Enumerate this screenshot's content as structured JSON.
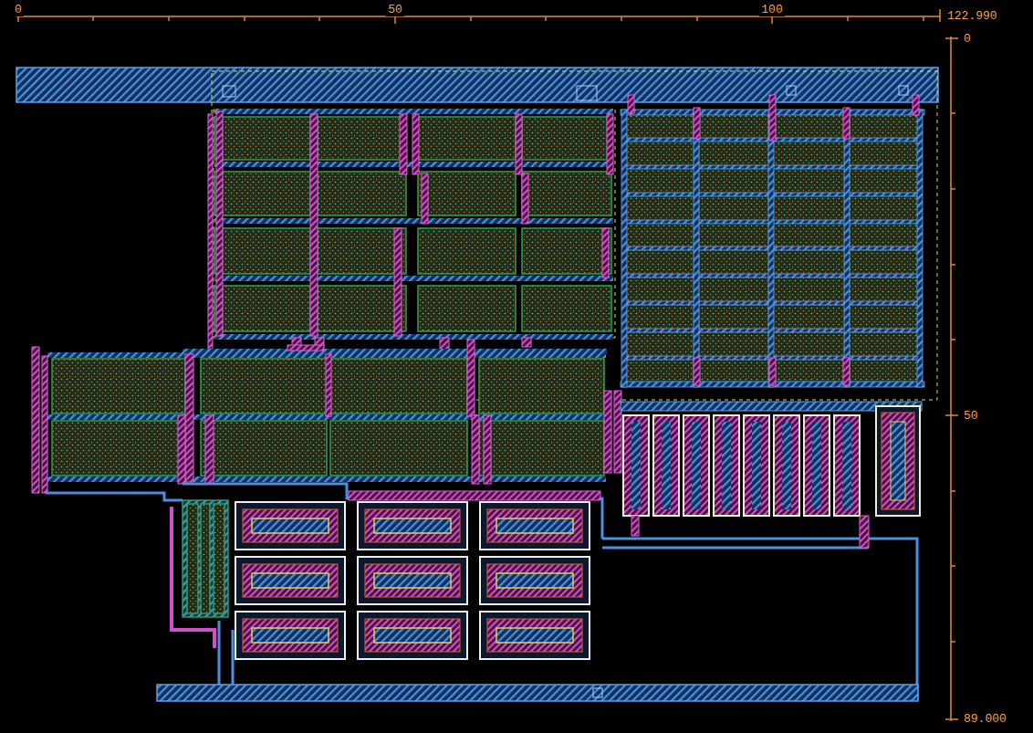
{
  "diagram": {
    "labels": [
      "0",
      "50",
      "100",
      "122.990",
      "0",
      "50",
      "89.000"
    ]
  }
}
